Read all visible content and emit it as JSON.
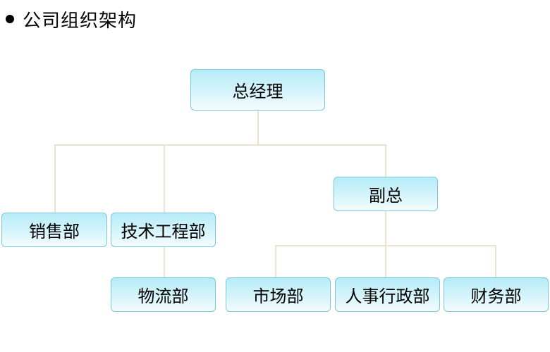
{
  "header": {
    "title": "公司组织架构"
  },
  "colors": {
    "connector": "#e8e3d0",
    "node_border": "#7cc7dc",
    "node_fill_top": "#b5ecf8",
    "node_fill_bottom": "#f4fcfe"
  },
  "org": {
    "general_manager": "总经理",
    "vice_president": "副总",
    "sales": "销售部",
    "tech_engineering": "技术工程部",
    "logistics": "物流部",
    "marketing": "市场部",
    "hr_admin": "人事行政部",
    "finance": "财务部"
  },
  "relations": [
    [
      "general_manager",
      "sales"
    ],
    [
      "general_manager",
      "tech_engineering"
    ],
    [
      "general_manager",
      "vice_president"
    ],
    [
      "tech_engineering",
      "logistics"
    ],
    [
      "vice_president",
      "marketing"
    ],
    [
      "vice_president",
      "hr_admin"
    ],
    [
      "vice_president",
      "finance"
    ]
  ]
}
